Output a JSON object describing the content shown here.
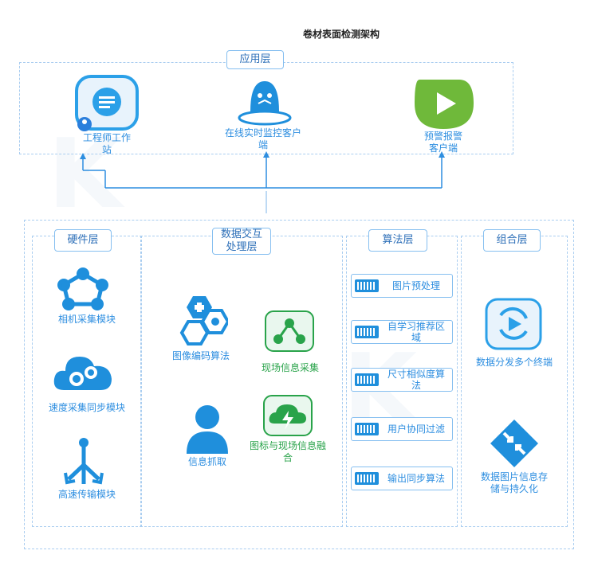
{
  "title": "卷材表面检测架构",
  "layers": {
    "app": "应用层",
    "hardware": "硬件层",
    "data_interact": [
      "数据交互",
      "处理层"
    ],
    "algorithm": "算法层",
    "combine": "组合层"
  },
  "app_items": [
    {
      "label_lines": [
        "工程师工作",
        "站"
      ],
      "icon": "chat-icon"
    },
    {
      "label_lines": [
        "在线实时监控客户",
        "端"
      ],
      "icon": "robot-icon"
    },
    {
      "label_lines": [
        "预警报警",
        "客户端"
      ],
      "icon": "play-icon"
    }
  ],
  "hardware_items": [
    {
      "label": "相机采集模块",
      "icon": "network-icon"
    },
    {
      "label": "速度采集同步模块",
      "icon": "gear-cloud-icon"
    },
    {
      "label": "高速传输模块",
      "icon": "share-arrows-icon"
    }
  ],
  "data_items": [
    {
      "label": "图像编码算法",
      "icon": "hexagon-icon"
    },
    {
      "label": "现场信息采集",
      "icon": "nodes-icon"
    },
    {
      "label": "信息抓取",
      "icon": "person-icon"
    },
    {
      "label_lines": [
        "图标与现场信息融",
        "合"
      ],
      "icon": "cloud-lightning-icon"
    }
  ],
  "algo_items": [
    {
      "label_lines": [
        "图片预处理"
      ]
    },
    {
      "label_lines": [
        "自学习推荐区",
        "域"
      ]
    },
    {
      "label_lines": [
        "尺寸相似度算",
        "法"
      ]
    },
    {
      "label_lines": [
        "用户协同过滤"
      ]
    },
    {
      "label_lines": [
        "输出同步算法"
      ]
    }
  ],
  "combine_items": [
    {
      "label": "数据分发多个终端",
      "icon": "refresh-play-icon"
    },
    {
      "label_lines": [
        "数据图片信息存",
        "储与持久化"
      ],
      "icon": "compress-icon"
    }
  ],
  "colors": {
    "accent": "#2d8ee0",
    "green": "#29a34a",
    "dash": "#a9cdf0"
  }
}
